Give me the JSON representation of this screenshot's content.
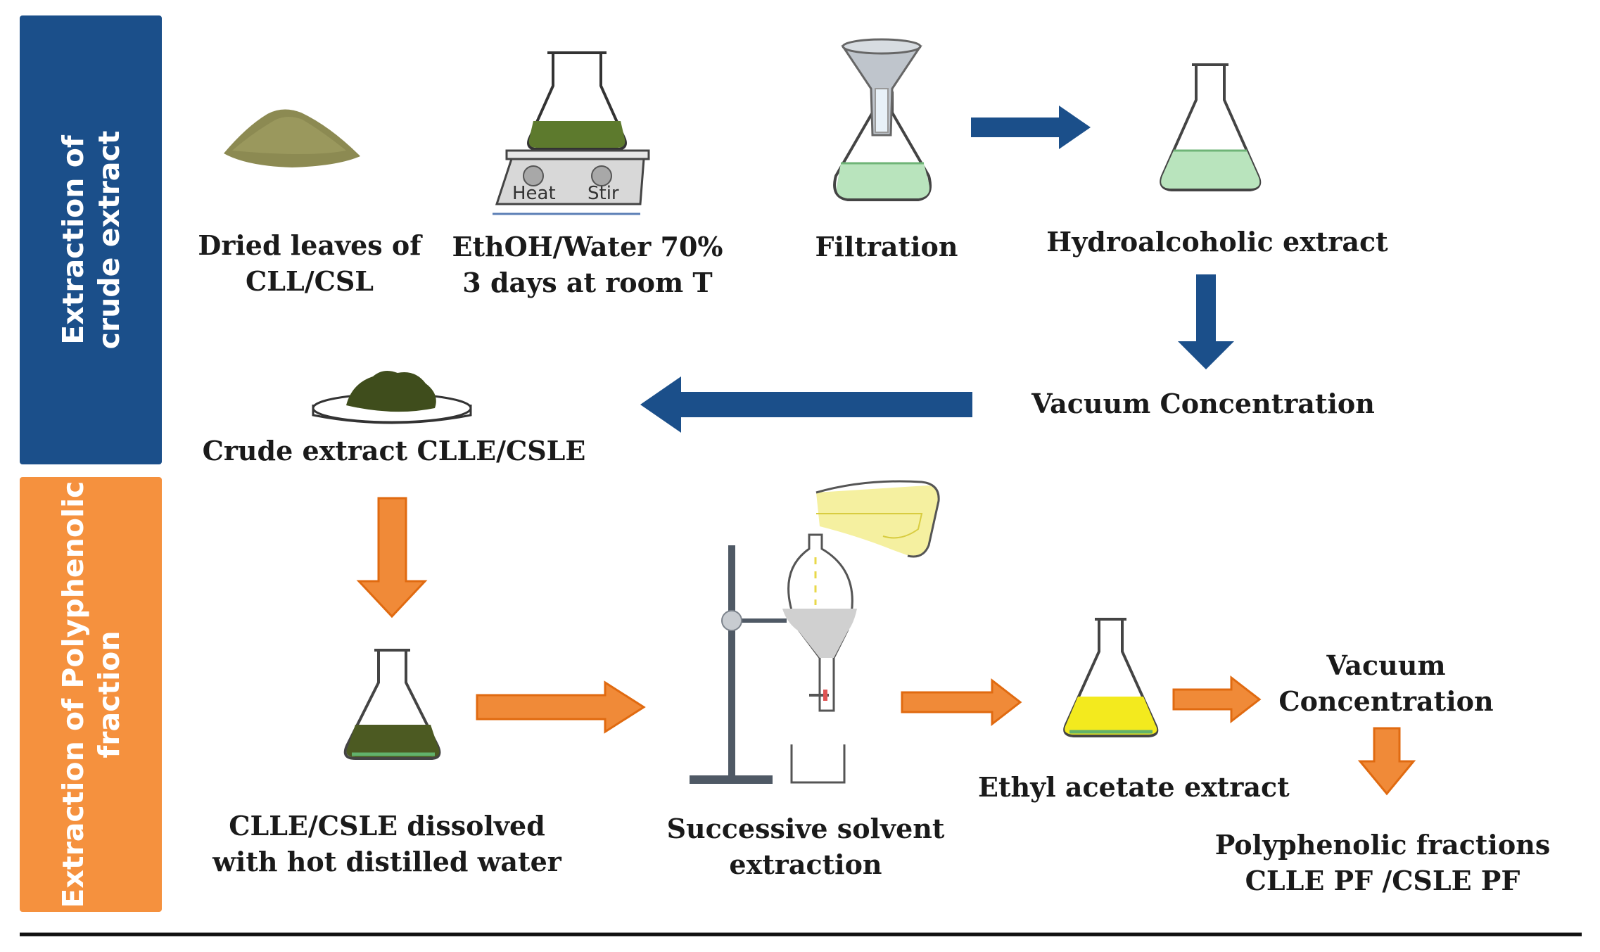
{
  "colors": {
    "section1": "#1b4f8a",
    "section2": "#f5913e",
    "arrow_blue": "#1b4f8a",
    "arrow_orange": "#f08a38"
  },
  "sections": {
    "crude": {
      "lines": [
        "Extraction of",
        "crude extract"
      ]
    },
    "polyphenolic": {
      "lines": [
        "Extraction of Polyphenolic",
        "fraction"
      ]
    }
  },
  "steps": {
    "dried_leaves": {
      "lines": [
        "Dried leaves of",
        "CLL/CSL"
      ]
    },
    "ethoh": {
      "lines": [
        "EthOH/Water 70%",
        "3 days at room T"
      ]
    },
    "filtration": {
      "lines": [
        "Filtration"
      ]
    },
    "hydro": {
      "lines": [
        "Hydroalcoholic extract"
      ]
    },
    "vacuum1": {
      "lines": [
        "Vacuum Concentration"
      ]
    },
    "crude_extract": {
      "lines": [
        "Crude extract CLLE/CSLE"
      ]
    },
    "dissolved": {
      "lines": [
        "CLLE/CSLE dissolved",
        "with hot distilled water"
      ]
    },
    "successive": {
      "lines": [
        "Successive solvent",
        "extraction"
      ]
    },
    "ethyl": {
      "lines": [
        "Ethyl acetate extract"
      ]
    },
    "vacuum2": {
      "lines": [
        "Vacuum",
        "Concentration"
      ]
    },
    "polyphenolic_fractions": {
      "lines": [
        "Polyphenolic fractions",
        "CLLE PF /CSLE PF"
      ]
    }
  },
  "apparatus": {
    "heat_label": "Heat",
    "stir_label": "Stir"
  },
  "icons": [
    "powder-pile-icon",
    "hotplate-flask-icon",
    "funnel-flask-icon",
    "flask-icon",
    "petri-dish-icon",
    "separatory-funnel-icon",
    "beaker-icon",
    "arrow-icon"
  ]
}
